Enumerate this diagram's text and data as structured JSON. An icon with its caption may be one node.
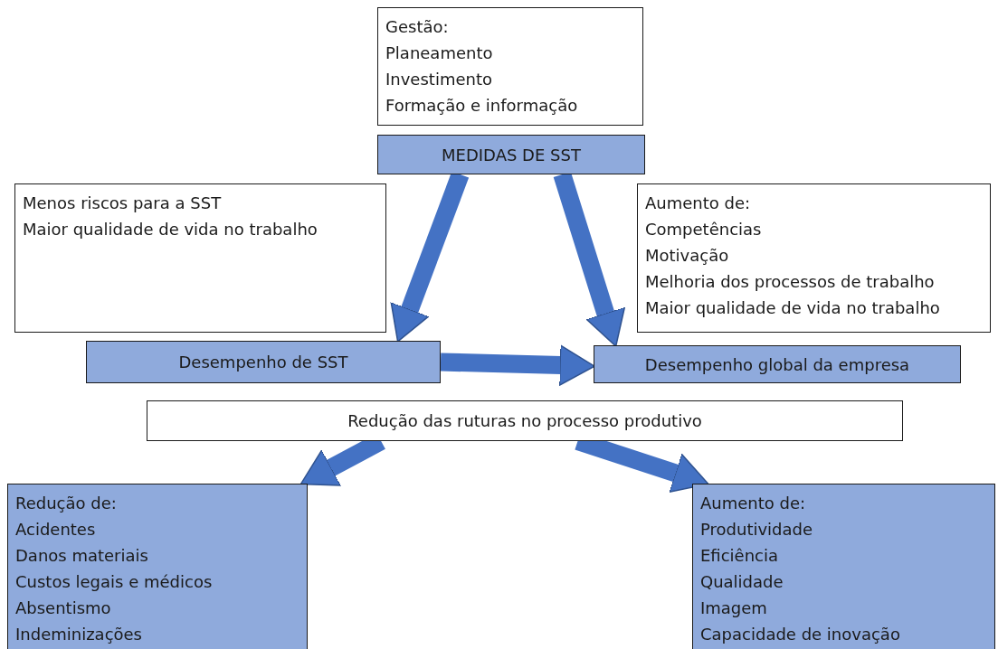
{
  "diagram": {
    "nodes": [
      {
        "text": [
          "Gestão:",
          "Planeamento",
          "Investimento",
          "Formação e informação"
        ]
      },
      {
        "text": [
          "MEDIDAS DE SST"
        ]
      },
      {
        "text": [
          "Menos riscos para a SST",
          "Maior qualidade de vida no trabalho"
        ]
      },
      {
        "text": [
          "Aumento de:",
          "Competências",
          "Motivação",
          "Melhoria dos processos de trabalho",
          "Maior qualidade de vida no trabalho"
        ]
      },
      {
        "text": [
          "Desempenho de SST"
        ]
      },
      {
        "text": [
          "Desempenho global da empresa"
        ]
      },
      {
        "text": [
          "Redução das ruturas no processo produtivo"
        ]
      },
      {
        "text": [
          "Redução de:",
          "Acidentes",
          "Danos materiais",
          "Custos legais e médicos",
          "Absentismo",
          "Indeminizações"
        ]
      },
      {
        "text": [
          "Aumento de:",
          "Produtividade",
          "Eficiência",
          "Qualidade",
          "Imagem",
          "Capacidade de inovação"
        ]
      }
    ],
    "edges": [
      {
        "from": 1,
        "to": 4,
        "arrow": "to"
      },
      {
        "from": 1,
        "to": 5,
        "arrow": "to"
      },
      {
        "from": 4,
        "to": 5,
        "arrow": "to"
      },
      {
        "from": 6,
        "to": 7,
        "arrow": "to"
      },
      {
        "from": 6,
        "to": 8,
        "arrow": "to"
      }
    ]
  }
}
